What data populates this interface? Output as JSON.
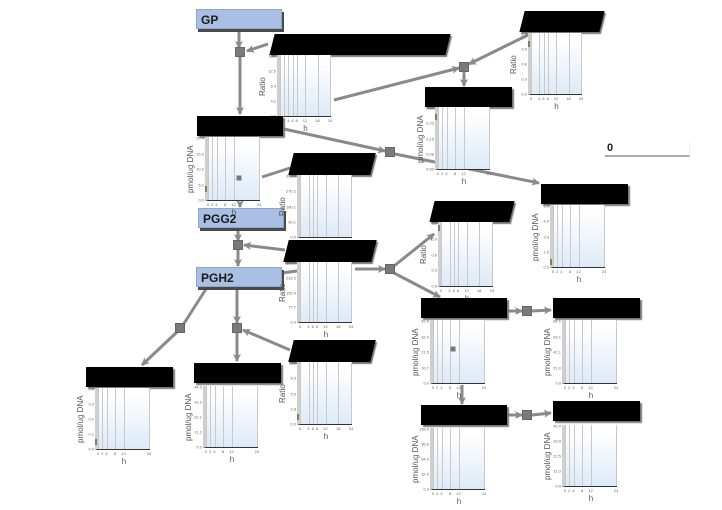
{
  "nodes": {
    "gp": "GP",
    "pgg2": "PGG2",
    "pgh2": "PGH2"
  },
  "counter": {
    "value": "0"
  },
  "charts": [
    {
      "id": "c1",
      "y_label": "Ratio",
      "x_label": "h",
      "y_ticks": [
        "0.0",
        "4.2",
        "8.4",
        "12.5",
        "16.7"
      ],
      "x_ticks": [
        0,
        2,
        4,
        6,
        8,
        12,
        18,
        24
      ],
      "x_max": 24,
      "points": []
    },
    {
      "id": "c2",
      "y_label": "Ratio",
      "x_label": "h",
      "y_ticks": [
        "0.0",
        "0.3",
        "0.6",
        "0.9",
        "1.2"
      ],
      "x_ticks": [
        0,
        4,
        6,
        8,
        12,
        18,
        24
      ],
      "x_max": 24,
      "points": [
        {
          "x": 0,
          "y": 0.95,
          "style": "green"
        }
      ]
    },
    {
      "id": "c3",
      "y_label": "pmol/ug DNA",
      "x_label": "h",
      "y_ticks": [
        "0.00",
        "0.08",
        "0.15",
        "0.23",
        "0.30"
      ],
      "x_ticks": [
        0,
        2,
        4,
        8,
        12,
        24
      ],
      "x_max": 24,
      "points": [
        {
          "x": 0,
          "y": 0.24,
          "style": "green"
        }
      ]
    },
    {
      "id": "c4",
      "y_label": "pmol/ug DNA",
      "x_label": "h",
      "y_ticks": [
        "0.0",
        "5.1",
        "10.2",
        "15.3",
        "20.4"
      ],
      "x_ticks": [
        0,
        2,
        4,
        8,
        12,
        24
      ],
      "x_max": 24,
      "points": [
        {
          "x": 14.8,
          "y": 7.3,
          "style": "marker"
        },
        {
          "x": 0,
          "y": 2.5,
          "style": "green"
        }
      ]
    },
    {
      "id": "c5",
      "y_label": "Ratio",
      "x_label": "h",
      "y_ticks": [
        "0.0",
        "90.1",
        "180.1",
        "270.2",
        "360.3"
      ],
      "x_ticks": [
        0,
        4,
        6,
        8,
        12,
        18,
        24
      ],
      "x_max": 24,
      "points": []
    },
    {
      "id": "c6",
      "y_label": "pmol/ug DNA",
      "x_label": "h",
      "y_ticks": [
        "0.0",
        "1.6",
        "3.3",
        "4.9",
        "6.5"
      ],
      "x_ticks": [
        0,
        2,
        4,
        8,
        12,
        24
      ],
      "x_max": 24,
      "points": [
        {
          "x": 0,
          "y": 0.2,
          "style": "green"
        }
      ]
    },
    {
      "id": "c7",
      "y_label": "Ratio",
      "x_label": "h",
      "y_ticks": [
        "0.0",
        "0.3",
        "0.6",
        "0.9",
        "1.2"
      ],
      "x_ticks": [
        0,
        4,
        6,
        8,
        12,
        18,
        24
      ],
      "x_max": 24,
      "points": [
        {
          "x": 0,
          "y": 1.05,
          "style": "green"
        }
      ]
    },
    {
      "id": "c8",
      "y_label": "Ratio",
      "x_label": "h",
      "y_ticks": [
        "0.0",
        "77.7",
        "155.4",
        "233.2",
        "310.9"
      ],
      "x_ticks": [
        0,
        4,
        6,
        8,
        12,
        18,
        24
      ],
      "x_max": 24,
      "points": []
    },
    {
      "id": "c9",
      "y_label": "pmol/ug DNA",
      "x_label": "h",
      "y_ticks": [
        "0.0",
        "10.7",
        "21.5",
        "32.2",
        "42.9"
      ],
      "x_ticks": [
        0,
        2,
        4,
        8,
        12,
        24
      ],
      "x_max": 24,
      "points": [
        {
          "x": 9.6,
          "y": 23.6,
          "style": "marker"
        }
      ]
    },
    {
      "id": "c10",
      "y_label": "pmol/ug DNA",
      "x_label": "h",
      "y_ticks": [
        "0.0",
        "21.0",
        "42.1",
        "63.1",
        "84.1"
      ],
      "x_ticks": [
        0,
        2,
        4,
        8,
        12,
        24
      ],
      "x_max": 24,
      "points": []
    },
    {
      "id": "c11",
      "y_label": "Ratio",
      "x_label": "h",
      "y_ticks": [
        "0.0",
        "2.8",
        "5.5",
        "8.3",
        "11.0"
      ],
      "x_ticks": [
        0,
        4,
        6,
        8,
        12,
        18,
        24
      ],
      "x_max": 24,
      "points": [
        {
          "x": 0,
          "y": 0.8,
          "style": "green"
        }
      ]
    },
    {
      "id": "c12",
      "y_label": "pmol/ug DNA",
      "x_label": "h",
      "y_ticks": [
        "0.0",
        "0.1",
        "0.2",
        "0.3",
        "0.4"
      ],
      "x_ticks": [
        0,
        2,
        4,
        8,
        12,
        24
      ],
      "x_max": 24,
      "points": [
        {
          "x": 0,
          "y": 0.03,
          "style": "green"
        }
      ]
    },
    {
      "id": "c13",
      "y_label": "pmol/ug DNA",
      "x_label": "h",
      "y_ticks": [
        "0.0",
        "11.1",
        "22.1",
        "33.2",
        "44.3"
      ],
      "x_ticks": [
        0,
        2,
        4,
        8,
        12,
        24
      ],
      "x_max": 24,
      "points": []
    },
    {
      "id": "c14",
      "y_label": "pmol/ug DNA",
      "x_label": "h",
      "y_ticks": [
        "0.0",
        "32.0",
        "64.0",
        "96.0",
        "128.0"
      ],
      "x_ticks": [
        0,
        2,
        4,
        8,
        12,
        24
      ],
      "x_max": 24,
      "points": []
    },
    {
      "id": "c15",
      "y_label": "pmol/ug DNA",
      "x_label": "h",
      "y_ticks": [
        "0.0",
        "11.3",
        "22.5",
        "33.8",
        "45.0"
      ],
      "x_ticks": [
        0,
        2,
        4,
        8,
        12,
        24
      ],
      "x_max": 24,
      "points": []
    }
  ]
}
